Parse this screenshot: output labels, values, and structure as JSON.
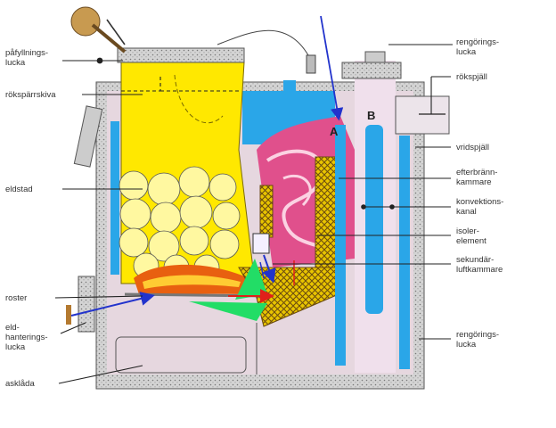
{
  "labels": {
    "pafyllningslucka": [
      "påfyllnings-",
      "lucka"
    ],
    "rokspjallskiva": [
      "rökspärrskiva"
    ],
    "eldstad": [
      "eldstad"
    ],
    "roster": [
      "roster"
    ],
    "eldhanteringslucka": [
      "eld-",
      "hanterings-",
      "lucka"
    ],
    "askdada": [
      "asklåda"
    ],
    "rengoringslucka_top": [
      "rengörings-",
      "lucka"
    ],
    "rokspjall": [
      "rökspjäll"
    ],
    "vridspjall": [
      "vridspjäll"
    ],
    "efterbrannkammare": [
      "efterbränn-",
      "kammare"
    ],
    "konvektionskanal": [
      "konvektions-",
      "kanal"
    ],
    "isolerelement": [
      "isoler-",
      "element"
    ],
    "sekundarluftkammare": [
      "sekundär-",
      "luftkammare"
    ],
    "rengoringslucka_bottom": [
      "rengörings-",
      "lucka"
    ]
  },
  "markers": {
    "a": "A",
    "b": "B"
  },
  "colors": {
    "fuel_chamber": "#ffe800",
    "water_jacket": "#2aa6e8",
    "insulation": "#c8c8c8",
    "afterburn": "#e0508c",
    "refractory": "#e8c400",
    "ash_area": "#e6d7df",
    "flow_green": "#22dd66",
    "flow_blue": "#2233cc",
    "flow_red": "#e0201a"
  }
}
